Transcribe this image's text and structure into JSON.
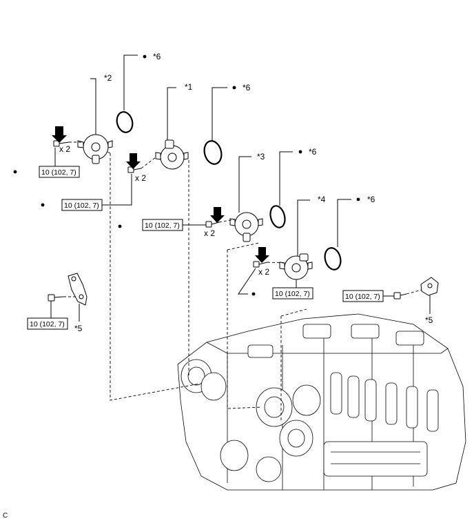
{
  "callouts": {
    "c1": "*1",
    "c2": "*2",
    "c3": "*3",
    "c4": "*4",
    "c5": "*5",
    "c6": "*6"
  },
  "quantity_label": "x 2",
  "torque_spec": "10 (102, 7)",
  "footer_code": "C",
  "icons": {
    "new_part_dot": "filled-dot-icon",
    "bolt_arrow": "down-arrow-icon"
  }
}
